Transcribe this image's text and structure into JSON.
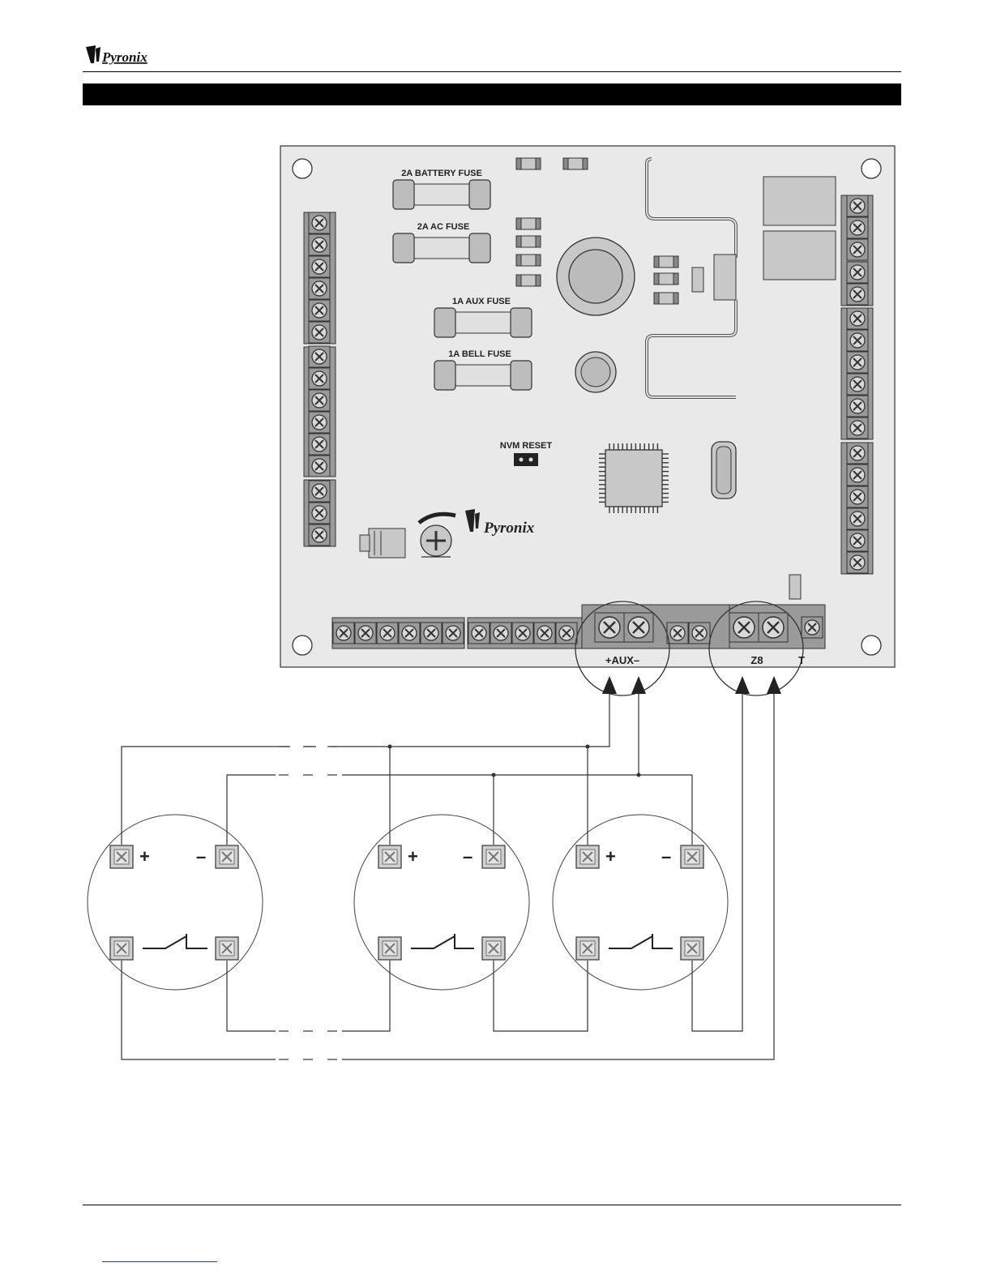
{
  "header": {
    "brand": "Pyronix",
    "title_bar_text": ""
  },
  "board": {
    "battery_fuse_label": "2A BATTERY FUSE",
    "ac_fuse_label": "2A AC FUSE",
    "aux_fuse_label": "1A AUX FUSE",
    "bell_fuse_label": "1A BELL FUSE",
    "nvm_reset_label": "NVM RESET",
    "logo_text": "Pyronix"
  },
  "terminals": {
    "aux_label": "+AUX–",
    "zone_label": "Z8",
    "trailing_label": "T"
  },
  "detectors": {
    "plus": "+",
    "minus": "–"
  },
  "colors": {
    "board_fill": "#e9e9e9",
    "terminal_fill": "#9a9a9a",
    "screw_fill": "#d8d8d8",
    "component_fill": "#c8c8c8",
    "line": "#333333",
    "footer_link": "#1a3fd0"
  }
}
